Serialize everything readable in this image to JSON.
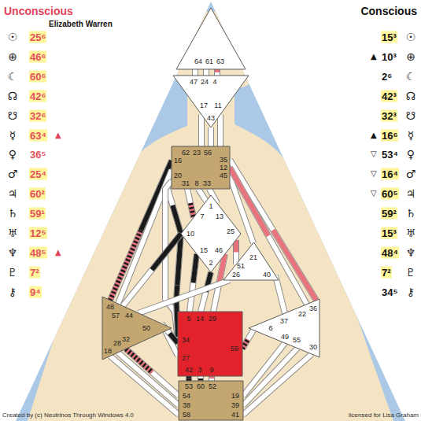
{
  "diagram": {
    "nodes": [
      {
        "text": [
          "64",
          "61",
          "63"
        ]
      },
      {
        "text": [
          "47",
          "24",
          "4",
          "17",
          "11",
          "43"
        ]
      },
      {
        "text": [
          "62",
          "23",
          "56",
          "16",
          "35",
          "12",
          "20",
          "45",
          "31",
          "8",
          "33"
        ]
      },
      {
        "text": [
          "1",
          "7",
          "13",
          "10",
          "25",
          "15",
          "46",
          "2"
        ]
      },
      {
        "text": [
          "21",
          "51",
          "26",
          "40"
        ]
      },
      {
        "text": [
          "48",
          "57",
          "44",
          "50",
          "32",
          "28",
          "18"
        ]
      },
      {
        "text": [
          "36",
          "22",
          "37",
          "6",
          "49",
          "55",
          "30"
        ]
      },
      {
        "text": [
          "5",
          "14",
          "29",
          "34",
          "59",
          "27",
          "42",
          "3",
          "9"
        ]
      },
      {
        "text": [
          "53",
          "60",
          "52",
          "54",
          "19",
          "38",
          "39",
          "58",
          "41"
        ]
      }
    ],
    "edges": [
      {
        "from": 0,
        "to": 1,
        "arrow": "none"
      },
      {
        "from": 0,
        "to": 1,
        "arrow": "none"
      },
      {
        "from": 0,
        "to": 1,
        "arrow": "none"
      },
      {
        "from": 1,
        "to": 2,
        "arrow": "none"
      },
      {
        "from": 1,
        "to": 2,
        "arrow": "none"
      },
      {
        "from": 1,
        "to": 2,
        "arrow": "none"
      },
      {
        "from": 2,
        "to": 3,
        "arrow": "none"
      },
      {
        "from": 2,
        "to": 3,
        "arrow": "none"
      },
      {
        "from": 2,
        "to": 3,
        "arrow": "none"
      },
      {
        "from": 2,
        "to": 3,
        "arrow": "none"
      },
      {
        "from": 2,
        "to": 5,
        "arrow": "none"
      },
      {
        "from": 2,
        "to": 5,
        "arrow": "none"
      },
      {
        "from": 2,
        "to": 4,
        "arrow": "none"
      },
      {
        "from": 2,
        "to": 6,
        "arrow": "none"
      },
      {
        "from": 2,
        "to": 6,
        "arrow": "none"
      },
      {
        "from": 2,
        "to": 7,
        "arrow": "none"
      },
      {
        "from": 3,
        "to": 4,
        "arrow": "none"
      },
      {
        "from": 3,
        "to": 7,
        "arrow": "none"
      },
      {
        "from": 3,
        "to": 7,
        "arrow": "none"
      },
      {
        "from": 3,
        "to": 7,
        "arrow": "none"
      },
      {
        "from": 3,
        "to": 7,
        "arrow": "none"
      },
      {
        "from": 3,
        "to": 5,
        "arrow": "none"
      },
      {
        "from": 4,
        "to": 5,
        "arrow": "none"
      },
      {
        "from": 4,
        "to": 6,
        "arrow": "none"
      },
      {
        "from": 7,
        "to": 5,
        "arrow": "none"
      },
      {
        "from": 7,
        "to": 5,
        "arrow": "none"
      },
      {
        "from": 7,
        "to": 6,
        "arrow": "none"
      },
      {
        "from": 7,
        "to": 8,
        "arrow": "none"
      },
      {
        "from": 7,
        "to": 8,
        "arrow": "none"
      },
      {
        "from": 7,
        "to": 8,
        "arrow": "none"
      },
      {
        "from": 5,
        "to": 8,
        "arrow": "none"
      },
      {
        "from": 5,
        "to": 8,
        "arrow": "none"
      },
      {
        "from": 5,
        "to": 8,
        "arrow": "none"
      },
      {
        "from": 6,
        "to": 8,
        "arrow": "none"
      },
      {
        "from": 6,
        "to": 8,
        "arrow": "none"
      },
      {
        "from": 6,
        "to": 8,
        "arrow": "none"
      }
    ],
    "labels": [
      "Unconscious",
      "Elizabeth Warren",
      "Conscious",
      "☉",
      "25⁶",
      "15³",
      "☉",
      "⊕",
      "46⁶",
      "▲",
      "10³",
      "⊕",
      "☾",
      "60⁶",
      "2⁶",
      "☾",
      "☊",
      "42⁶",
      "42³",
      "☊",
      "☋",
      "32⁶",
      "32³",
      "☋",
      "☿",
      "63⁴",
      "▲",
      "▲",
      "16⁶",
      "☿",
      "♀",
      "36⁵",
      "▽",
      "53⁴",
      "♀",
      "♂",
      "25⁴",
      "▽",
      "16⁴",
      "♂",
      "♃",
      "60²",
      "▽",
      "60⁵",
      "♃",
      "♄",
      "59¹",
      "59²",
      "♄",
      "♅",
      "12⁵",
      "15³",
      "♅",
      "♆",
      "48⁵",
      "▲",
      "48⁴",
      "♆",
      "♇",
      "7²",
      "7²",
      "♇",
      "⚷",
      "9⁴",
      "34⁵",
      "⚷",
      "Created by (c) Neutrinos Through Windows 4.0",
      "licensed for Lisa Graham"
    ]
  }
}
